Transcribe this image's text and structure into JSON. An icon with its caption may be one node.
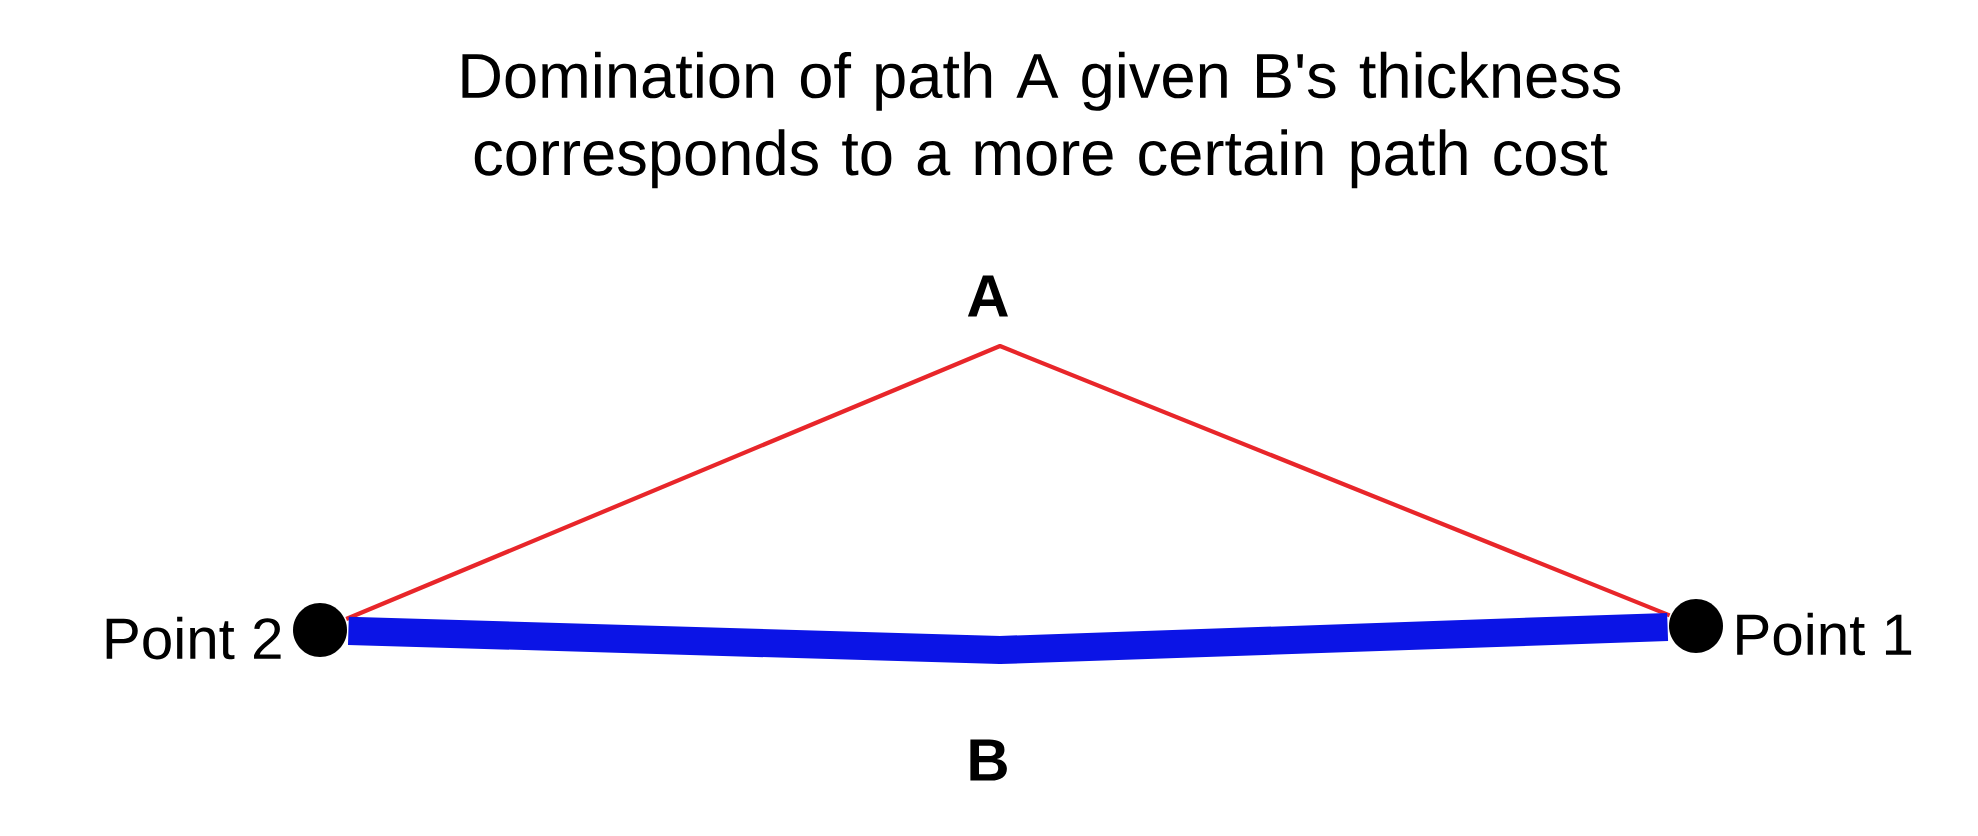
{
  "diagram": {
    "title": "Domination of path A given B's thickness corresponds to a more certain path cost",
    "nodes": [
      {
        "text": [],
        "shape": "circle",
        "beside": [
          "Point 2"
        ]
      },
      {
        "text": [],
        "shape": "circle",
        "beside": [
          "Point 1"
        ]
      }
    ],
    "edges": [
      {
        "from": 0,
        "to": 1,
        "arrow": "none",
        "label": "A",
        "color": "#e8262a"
      },
      {
        "from": 0,
        "to": 1,
        "arrow": "none",
        "label": "B",
        "style": "thick",
        "color": "#0b14e6"
      }
    ]
  }
}
